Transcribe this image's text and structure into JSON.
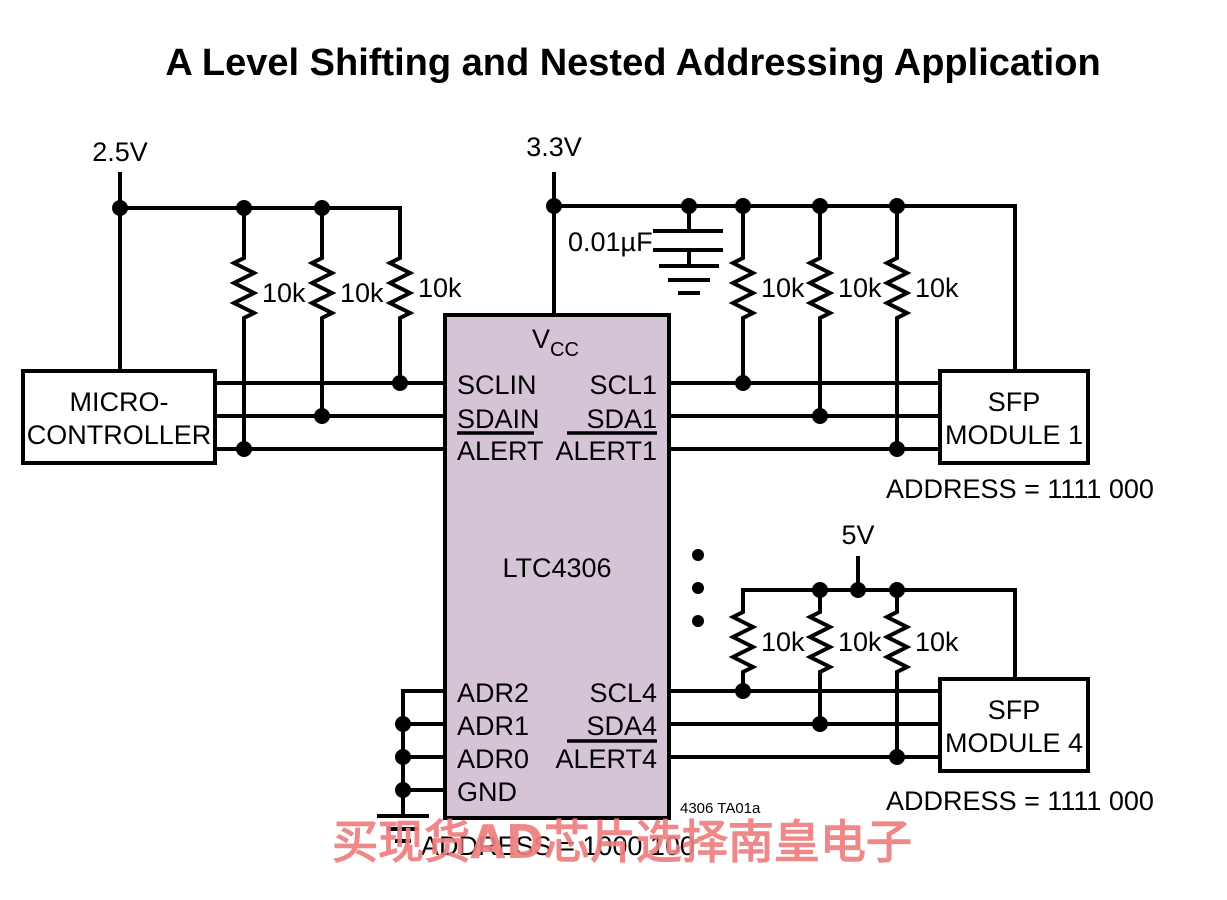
{
  "title": "A Level Shifting and Nested Addressing Application",
  "supplies": {
    "left": "2.5V",
    "middle": "3.3V",
    "bottom": "5V"
  },
  "capacitor": "0.01µF",
  "resistors": {
    "r1": "10k",
    "r2": "10k",
    "r3": "10k",
    "r4": "10k",
    "r5": "10k",
    "r6": "10k",
    "r7": "10k",
    "r8": "10k",
    "r9": "10k"
  },
  "micro": {
    "line1": "MICRO-",
    "line2": "CONTROLLER"
  },
  "chip": {
    "name": "LTC4306",
    "vcc_main": "V",
    "vcc_sub": "CC",
    "left_pins": [
      "SCLIN",
      "SDAIN",
      "ALERT"
    ],
    "right_pins_top": [
      "SCL1",
      "SDA1",
      "ALERT1"
    ],
    "addr_pins": [
      "ADR2",
      "ADR1",
      "ADR0",
      "GND"
    ],
    "right_pins_bottom": [
      "SCL4",
      "SDA4",
      "ALERT4"
    ],
    "address": "ADDRESS = 1000 100"
  },
  "sfp1": {
    "line1": "SFP",
    "line2": "MODULE 1",
    "address": "ADDRESS = 1111 000"
  },
  "sfp4": {
    "line1": "SFP",
    "line2": "MODULE 4",
    "address": "ADDRESS = 1111 000"
  },
  "figure_code": "4306 TA01a",
  "watermark": "买现货AD芯片选择南皇电子",
  "colors": {
    "chip_fill": "#d5c3d6",
    "watermark": "#ee7f7f"
  }
}
